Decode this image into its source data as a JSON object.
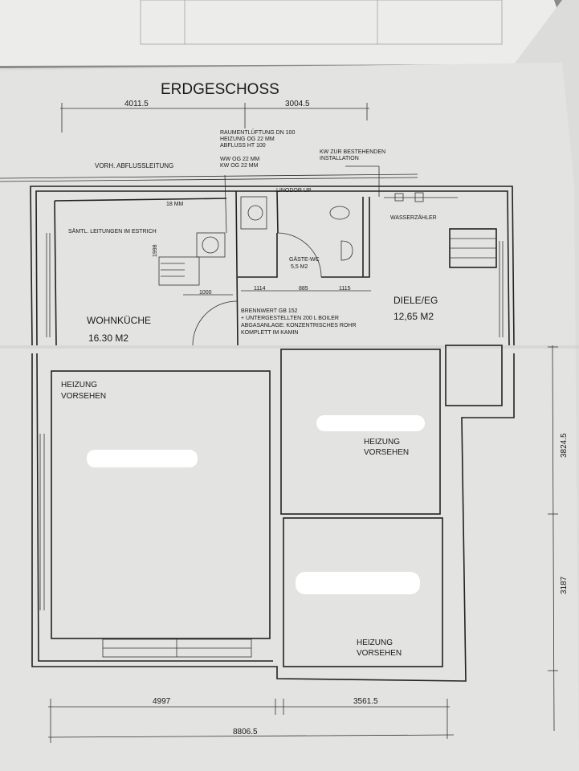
{
  "title": "ERDGESCHOSS",
  "dimensions": {
    "top_left": "4011.5",
    "top_right": "3004.5",
    "bottom_left": "4997",
    "bottom_right": "3561.5",
    "bottom_total": "8806.5",
    "right_upper": "3824.5",
    "right_lower": "3187",
    "kitchen_height": "1998",
    "kitchen_width": "1000",
    "wc_1": "1114",
    "wc_2": "885",
    "wc_3": "1115"
  },
  "annotations": {
    "ventilation": "RAUMENTLÜFTUNG DN 100",
    "heating_og": "HEIZUNG OG 22 MM",
    "drain": "ABFLUSS HT 100",
    "ww_og": "WW OG 22 MM",
    "kw_og": "KW OG 22 MM",
    "kw_existing_1": "KW ZUR BESTEHENDEN",
    "kw_existing_2": "INSTALLATION",
    "existing_drain": "VORH. ABFLUSSLEITUNG",
    "pipe_18": "18 MM",
    "all_pipes": "SÄMTL. LEITUNGEN IM ESTRICH",
    "washer": "LINODOR UP",
    "water_meter": "WASSERZÄHLER",
    "boiler_1": "BRENNWERT GB 152",
    "boiler_2": "+ UNTERGESTELLTEN 200 L BOILER",
    "boiler_3": "ABGASANLAGE: KONZENTRISCHES ROHR",
    "boiler_4": "KOMPLETT IM KAMIN"
  },
  "rooms": {
    "kitchen_name": "WOHNKÜCHE",
    "kitchen_area": "16.30 M2",
    "wc_name": "GÄSTE-WC",
    "wc_area": "5,5 M2",
    "hall_name": "DIELE/EG",
    "hall_area": "12,65 M2",
    "heating_1a": "HEIZUNG",
    "heating_1b": "VORSEHEN",
    "heating_2a": "HEIZUNG",
    "heating_2b": "VORSEHEN",
    "heating_3a": "HEIZUNG",
    "heating_3b": "VORSEHEN"
  }
}
